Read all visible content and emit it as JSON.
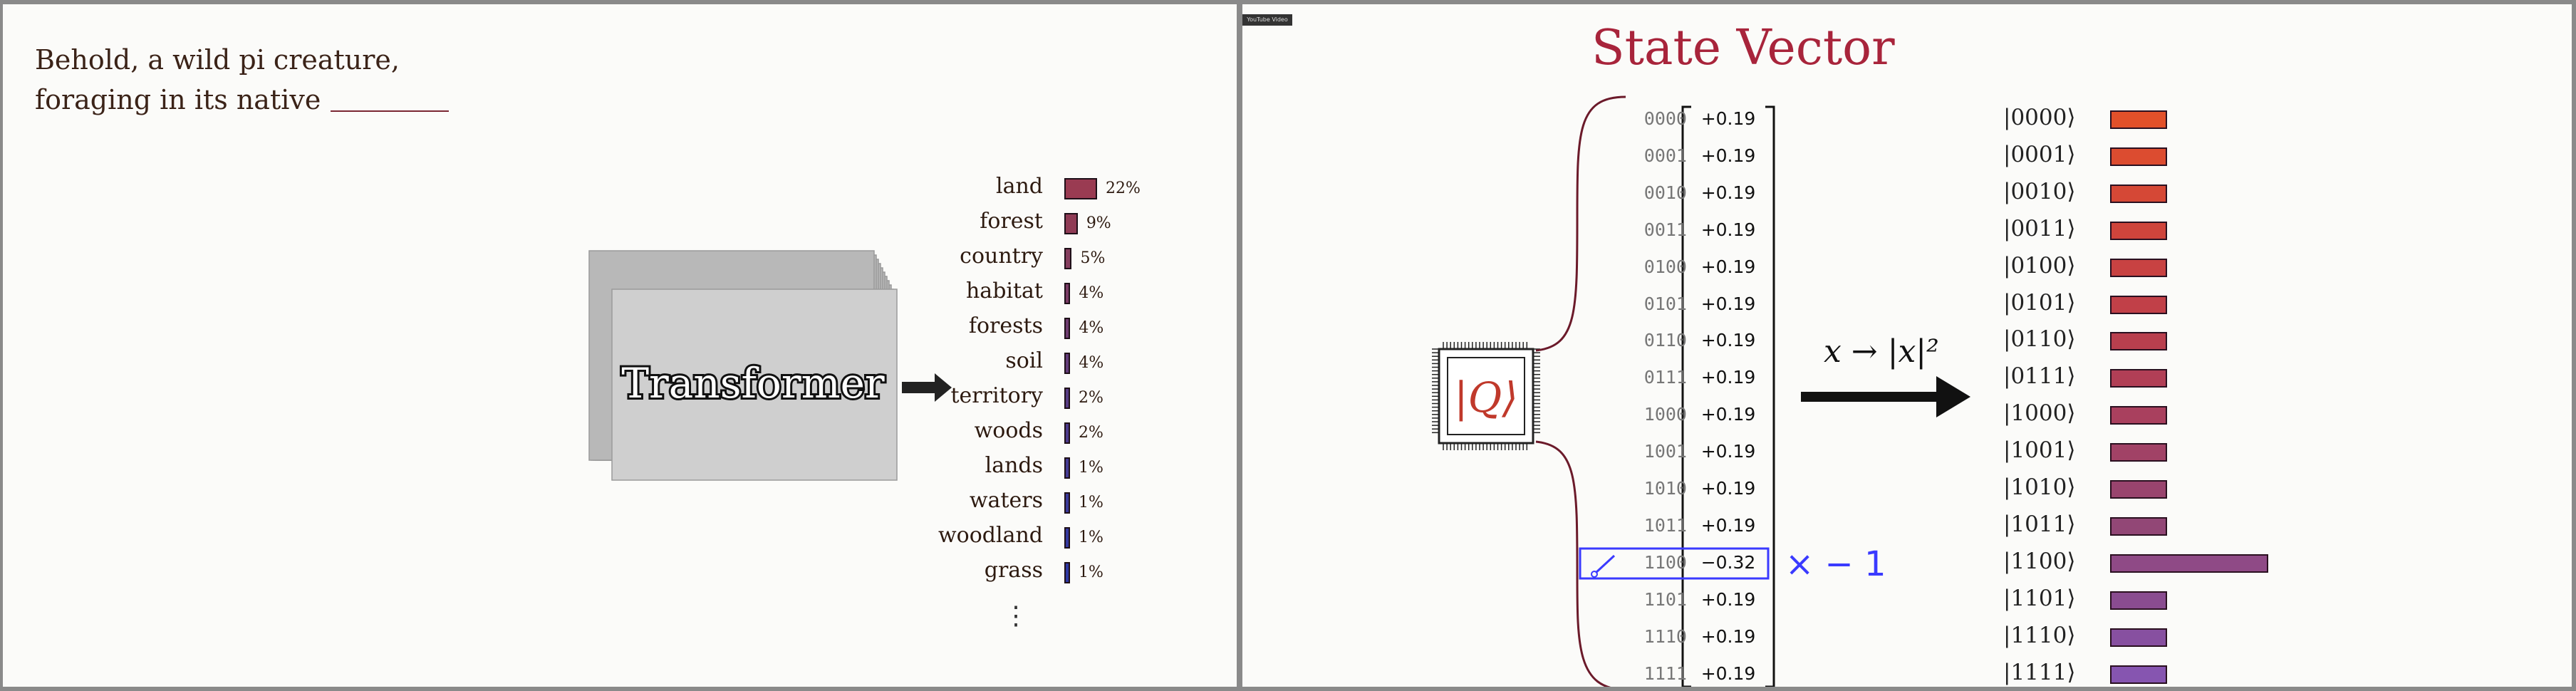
{
  "left_panel": {
    "prompt_line1": "Behold, a wild pi creature,",
    "prompt_line2": "foraging in its native",
    "model_label": "Transformer",
    "ellipsis": "⋮",
    "predictions": [
      {
        "token": "land",
        "percent": "22%",
        "value": 22,
        "color": "#9a3b52"
      },
      {
        "token": "forest",
        "percent": "9%",
        "value": 9,
        "color": "#8f3b55"
      },
      {
        "token": "country",
        "percent": "5%",
        "value": 5,
        "color": "#853e5e"
      },
      {
        "token": "habitat",
        "percent": "4%",
        "value": 4,
        "color": "#7a3c66"
      },
      {
        "token": "forests",
        "percent": "4%",
        "value": 4,
        "color": "#6e3c70"
      },
      {
        "token": "soil",
        "percent": "4%",
        "value": 4,
        "color": "#633c7a"
      },
      {
        "token": "territory",
        "percent": "2%",
        "value": 2,
        "color": "#573c84"
      },
      {
        "token": "woods",
        "percent": "2%",
        "value": 2,
        "color": "#4d3b8c"
      },
      {
        "token": "lands",
        "percent": "1%",
        "value": 1,
        "color": "#443b94"
      },
      {
        "token": "waters",
        "percent": "1%",
        "value": 1,
        "color": "#3b3a9a"
      },
      {
        "token": "woodland",
        "percent": "1%",
        "value": 1,
        "color": "#34399f"
      },
      {
        "token": "grass",
        "percent": "1%",
        "value": 1,
        "color": "#2e38a3"
      }
    ]
  },
  "right_panel": {
    "video_badge": "YouTube Video",
    "title": "State Vector",
    "chip_label": "|Q⟩",
    "map_label": "x → |x|²",
    "multiplier": "× − 1",
    "rows": [
      {
        "index": "0000",
        "amplitude": "+0.19",
        "ket": "|0000⟩",
        "probability": 0.036,
        "color": "#e2502a"
      },
      {
        "index": "0001",
        "amplitude": "+0.19",
        "ket": "|0001⟩",
        "probability": 0.036,
        "color": "#dc4c30"
      },
      {
        "index": "0010",
        "amplitude": "+0.19",
        "ket": "|0010⟩",
        "probability": 0.036,
        "color": "#d54836"
      },
      {
        "index": "0011",
        "amplitude": "+0.19",
        "ket": "|0011⟩",
        "probability": 0.036,
        "color": "#cf443c"
      },
      {
        "index": "0100",
        "amplitude": "+0.19",
        "ket": "|0100⟩",
        "probability": 0.036,
        "color": "#c84242"
      },
      {
        "index": "0101",
        "amplitude": "+0.19",
        "ket": "|0101⟩",
        "probability": 0.036,
        "color": "#c14048"
      },
      {
        "index": "0110",
        "amplitude": "+0.19",
        "ket": "|0110⟩",
        "probability": 0.036,
        "color": "#b93f4e"
      },
      {
        "index": "0111",
        "amplitude": "+0.19",
        "ket": "|0111⟩",
        "probability": 0.036,
        "color": "#b13f56"
      },
      {
        "index": "1000",
        "amplitude": "+0.19",
        "ket": "|1000⟩",
        "probability": 0.036,
        "color": "#a9405e"
      },
      {
        "index": "1001",
        "amplitude": "+0.19",
        "ket": "|1001⟩",
        "probability": 0.036,
        "color": "#a14266"
      },
      {
        "index": "1010",
        "amplitude": "+0.19",
        "ket": "|1010⟩",
        "probability": 0.036,
        "color": "#99446e"
      },
      {
        "index": "1011",
        "amplitude": "+0.19",
        "ket": "|1011⟩",
        "probability": 0.036,
        "color": "#924776"
      },
      {
        "index": "1100",
        "amplitude": "−0.32",
        "ket": "|1100⟩",
        "probability": 0.1,
        "color": "#8f4a86",
        "highlighted": true
      },
      {
        "index": "1101",
        "amplitude": "+0.19",
        "ket": "|1101⟩",
        "probability": 0.036,
        "color": "#8a4c90"
      },
      {
        "index": "1110",
        "amplitude": "+0.19",
        "ket": "|1110⟩",
        "probability": 0.036,
        "color": "#8750a0"
      },
      {
        "index": "1111",
        "amplitude": "+0.19",
        "ket": "|1111⟩",
        "probability": 0.036,
        "color": "#8655b0"
      }
    ]
  }
}
